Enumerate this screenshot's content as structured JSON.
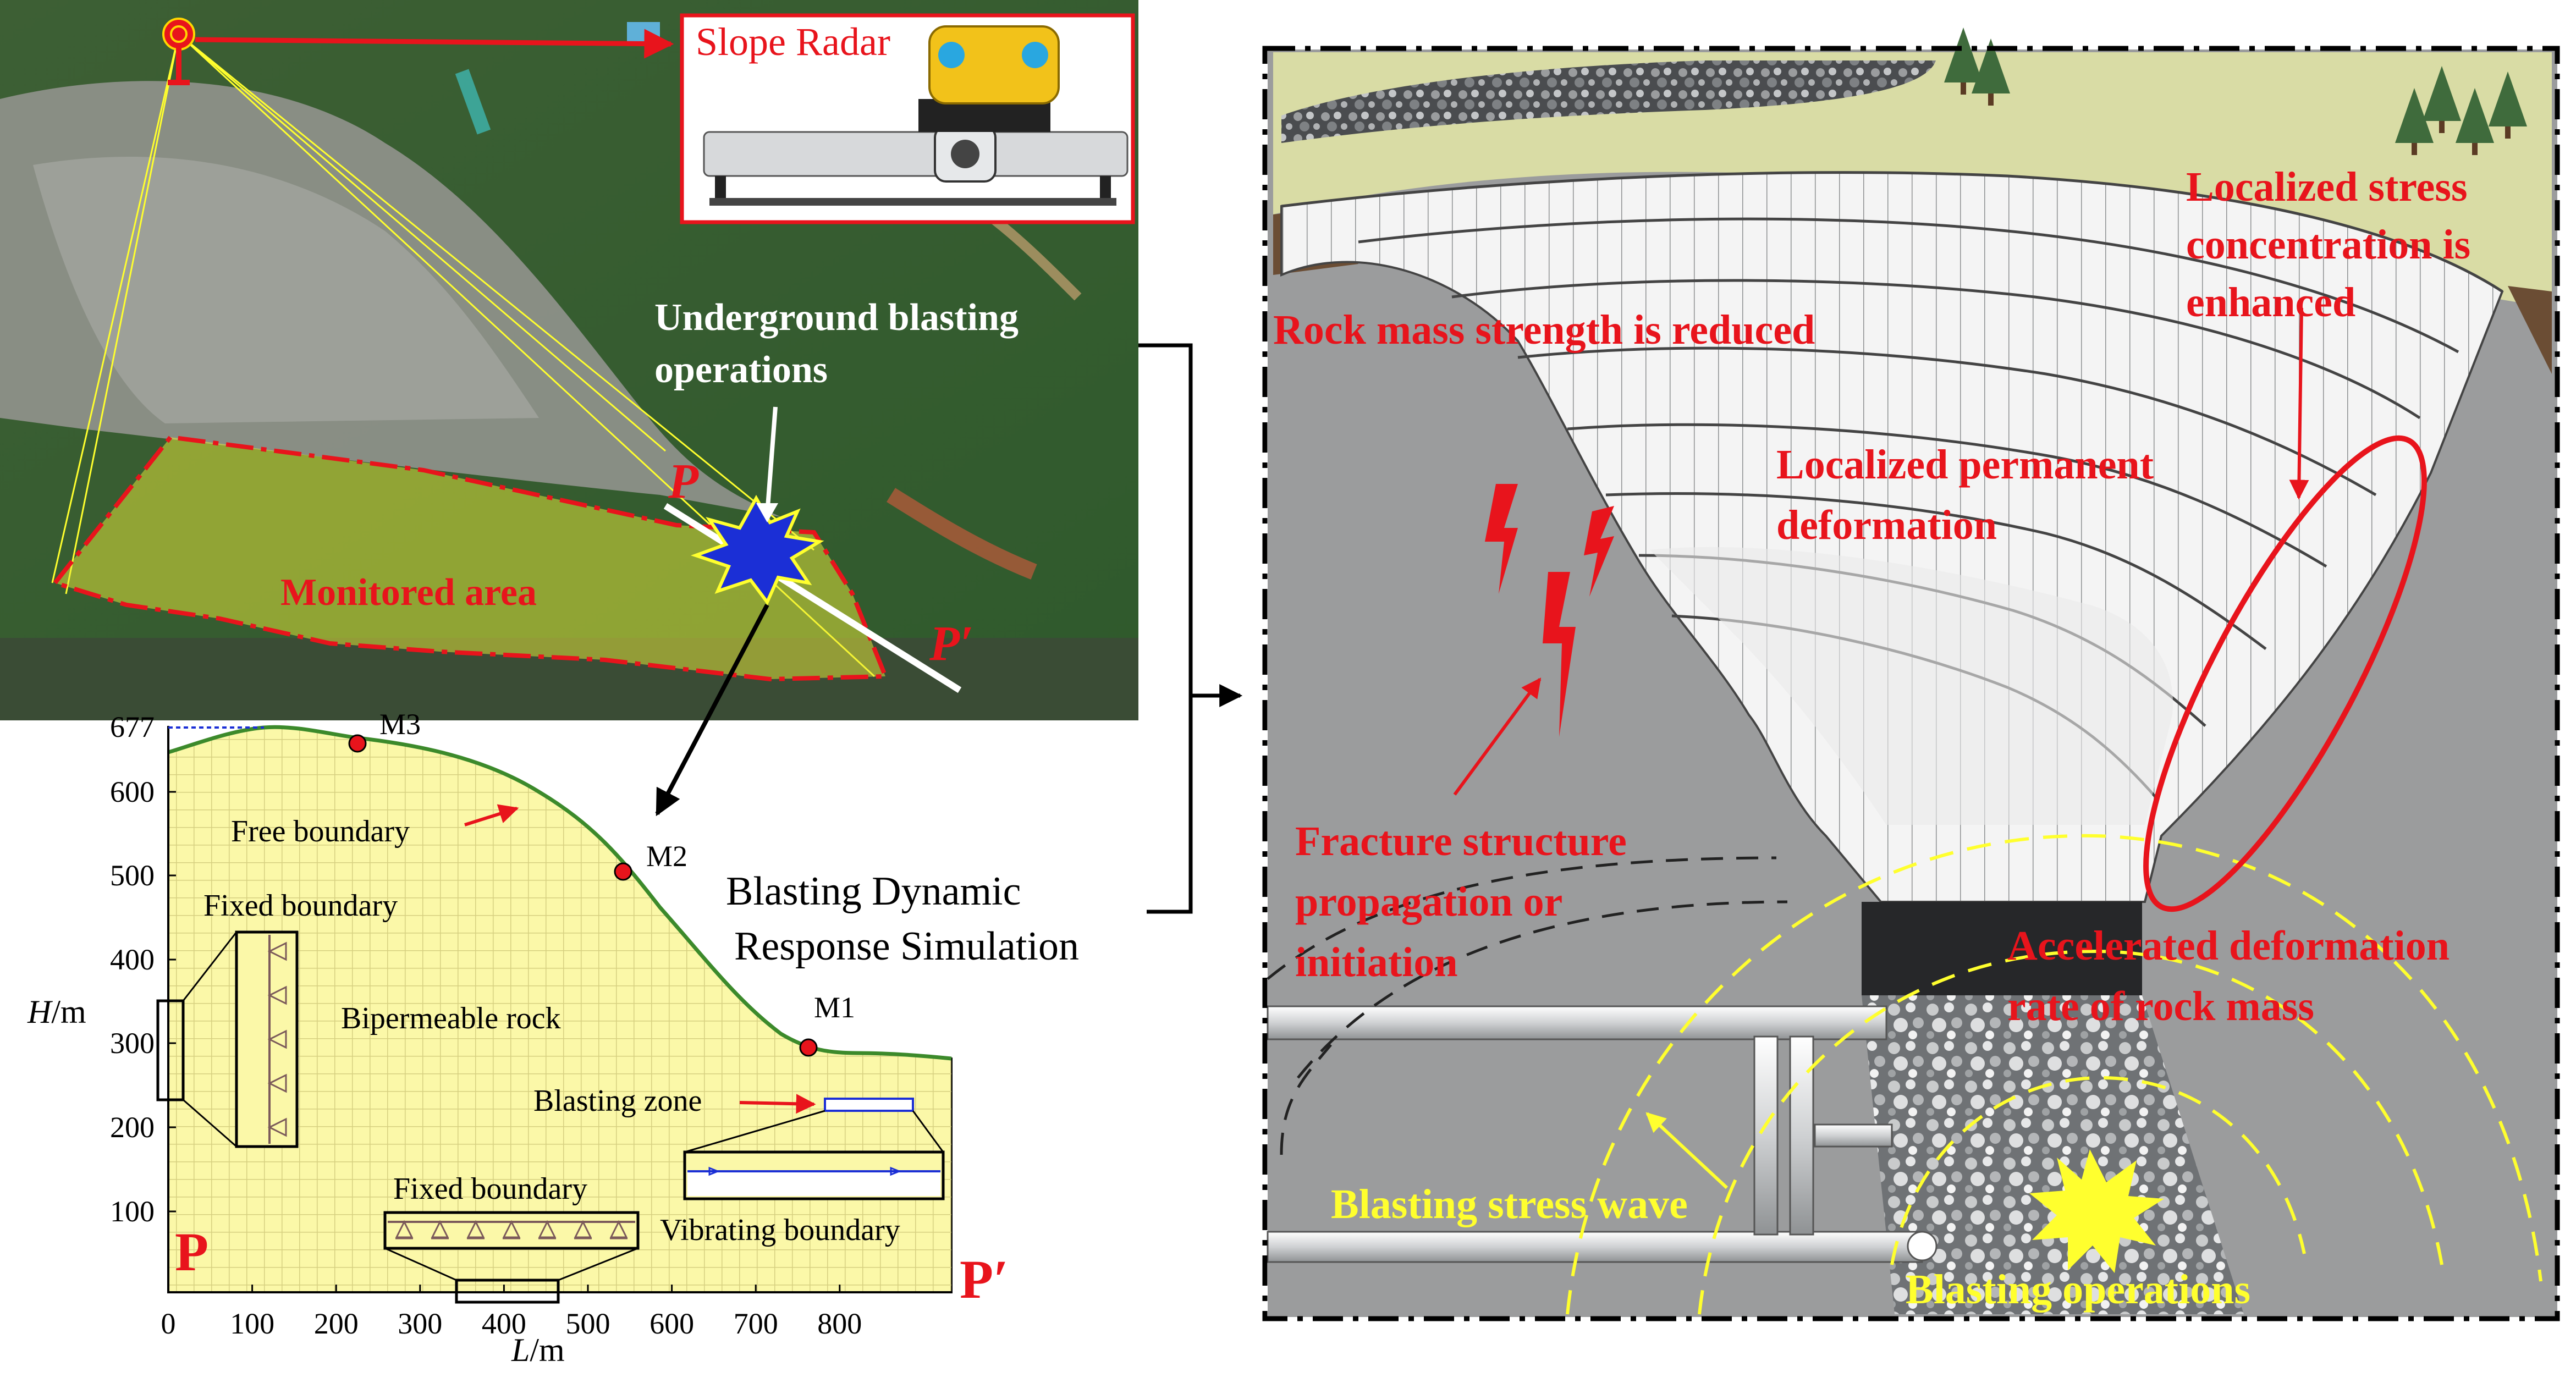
{
  "colors": {
    "red": "#e8141c",
    "yellow": "#ffff2e",
    "yellow_fill": "#fbf8a8",
    "mesh": "#d8d282",
    "slope_line": "#3c8a2b",
    "forest": "#355f32",
    "rock_grey": "#8a8c8e",
    "background_rock": "#9b9c9d",
    "cream": "#d9dca5",
    "blast_blue": "#1b2fd6",
    "grid_line": "#7b5a5a"
  },
  "aerial": {
    "radar_label": "Slope Radar",
    "blasting_label_line1": "Underground blasting",
    "blasting_label_line2": "operations",
    "monitored_label": "Monitored area",
    "p_label": "P",
    "p_prime_label": "P′"
  },
  "model": {
    "top_elevation_label": "677",
    "y_axis_label_italic": "H",
    "y_axis_label_unit": "/m",
    "x_axis_label_italic": "L",
    "x_axis_label_unit": "/m",
    "y_ticks": [
      "600",
      "500",
      "400",
      "300",
      "200",
      "100"
    ],
    "x_ticks": [
      "0",
      "100",
      "200",
      "300",
      "400",
      "500",
      "600",
      "700",
      "800"
    ],
    "monitor_points": [
      "M3",
      "M2",
      "M1"
    ],
    "free_boundary": "Free boundary",
    "fixed_boundary_left": "Fixed boundary",
    "fixed_boundary_bottom": "Fixed boundary",
    "rock_label": "Bipermeable rock",
    "blasting_zone": "Blasting zone",
    "vibrating_boundary": "Vibrating boundary",
    "p_label": "P",
    "p_prime_label": "P′"
  },
  "middle": {
    "simulation_line1": "Blasting Dynamic",
    "simulation_line2": "Response Simulation"
  },
  "right": {
    "stress_line1": "Localized stress",
    "stress_line2": "concentration is",
    "stress_line3": "enhanced",
    "strength": "Rock mass strength is reduced",
    "permanent_line1": "Localized permanent",
    "permanent_line2": "deformation",
    "fracture_line1": "Fracture structure",
    "fracture_line2": "propagation or",
    "fracture_line3": "initiation",
    "accelerated_line1": "Accelerated deformation",
    "accelerated_line2": "rate of rock mass",
    "stress_wave": "Blasting stress wave",
    "operations": "Blasting operations"
  }
}
